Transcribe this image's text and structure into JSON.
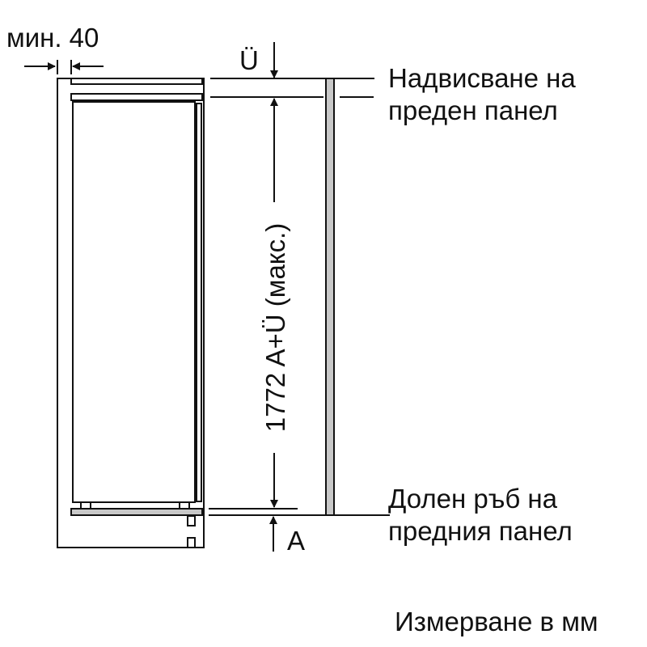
{
  "min_gap_label": "мин. 40",
  "overhang_symbol": "Ü",
  "overhang_label": [
    "Надвисване на",
    "преден панел"
  ],
  "height_label": "1772 A+Ü (макс.)",
  "bottom_edge_label": [
    "Долен ръб на",
    "предния панел"
  ],
  "bottom_symbol": "A",
  "units_note": "Измерване в мм"
}
